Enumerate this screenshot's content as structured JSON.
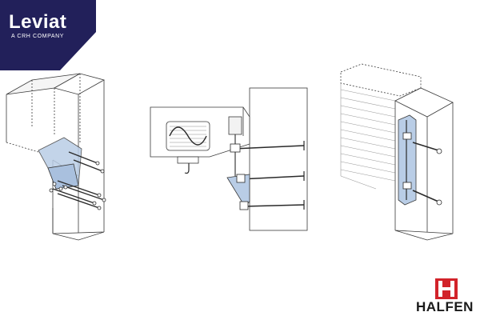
{
  "logo": {
    "brand": "Leviat",
    "tagline": "A CRH COMPANY",
    "background_color": "#22205a"
  },
  "footer_logo": {
    "brand": "HALFEN",
    "icon": "halfen-h-icon",
    "icon_color": "#d2232a"
  },
  "illustrations": [
    {
      "name": "column-corner-bracket-illustration"
    },
    {
      "name": "wall-bracket-with-sensor-illustration"
    },
    {
      "name": "facade-column-anchor-illustration"
    }
  ],
  "colors": {
    "line": "#3a3a3a",
    "bracket_fill": "#b9cde6",
    "panel_fill": "#e6e8ec"
  }
}
